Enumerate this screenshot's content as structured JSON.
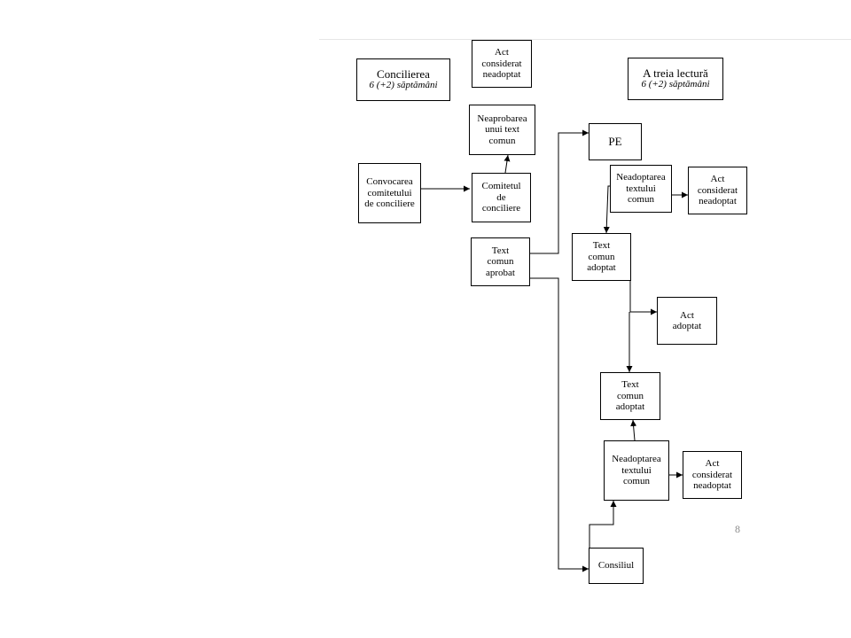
{
  "boxes": {
    "concilierea": {
      "title": "Concilierea",
      "duration": "6 (+2) săptămâni"
    },
    "act_neadoptat_top": {
      "lines": [
        "Act",
        "considerat",
        "neadoptat"
      ]
    },
    "a_treia_lectura": {
      "title": "A treia lectură",
      "duration": "6 (+2) săptămâni"
    },
    "neaprobarea": {
      "lines": [
        "Neaprobarea",
        "unui text",
        "comun"
      ]
    },
    "pe": {
      "label": "PE"
    },
    "convocarea": {
      "lines": [
        "Convocarea",
        "comitetului",
        "de conciliere"
      ]
    },
    "comitetul": {
      "lines": [
        "Comitetul",
        "de",
        "conciliere"
      ]
    },
    "neadoptarea_pe": {
      "lines": [
        "Neadoptarea",
        "textului",
        "comun"
      ]
    },
    "act_neadoptat_pe": {
      "lines": [
        "Act",
        "considerat",
        "neadoptat"
      ]
    },
    "text_aprobat": {
      "lines": [
        "Text",
        "comun",
        "aprobat"
      ]
    },
    "text_adoptat_pe": {
      "lines": [
        "Text",
        "comun",
        "adoptat"
      ]
    },
    "act_adoptat": {
      "lines": [
        "Act",
        "adoptat"
      ]
    },
    "text_adoptat_consiliu": {
      "lines": [
        "Text",
        "comun",
        "adoptat"
      ]
    },
    "neadoptarea_consiliu": {
      "lines": [
        "Neadoptarea",
        "textului",
        "comun"
      ]
    },
    "act_neadoptat_consiliu": {
      "lines": [
        "Act",
        "considerat",
        "neadoptat"
      ]
    },
    "consiliul": {
      "label": "Consiliul"
    }
  },
  "page_number": "8"
}
